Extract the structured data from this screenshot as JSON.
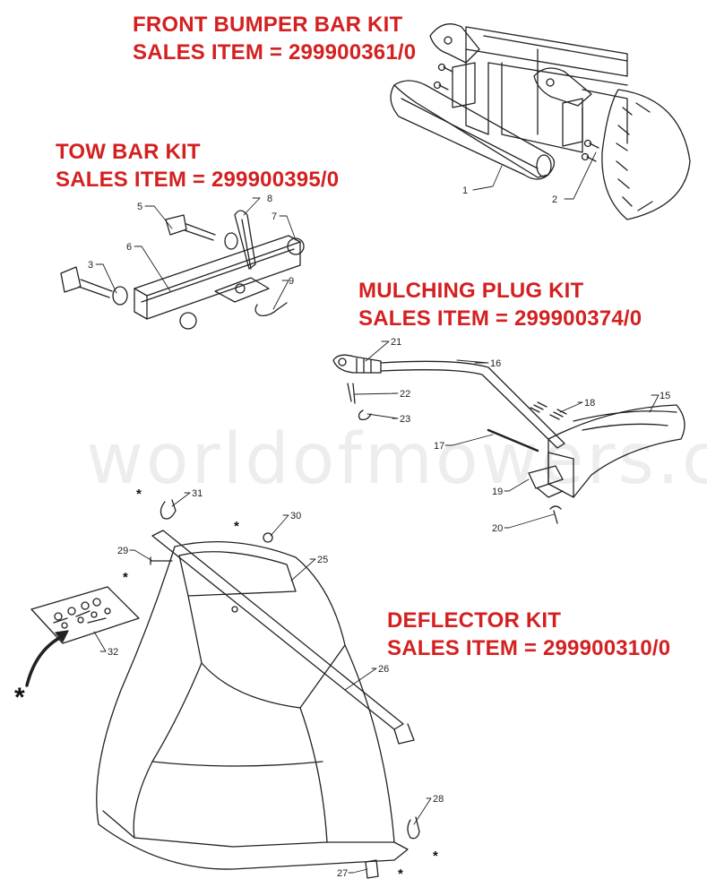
{
  "kits": {
    "front_bumper": {
      "title": "FRONT BUMPER BAR KIT",
      "sales_item": "SALES ITEM = 299900361/0"
    },
    "tow_bar": {
      "title": "TOW BAR KIT",
      "sales_item": "SALES ITEM = 299900395/0"
    },
    "mulching_plug": {
      "title": "MULCHING PLUG KIT",
      "sales_item": "SALES ITEM = 299900374/0"
    },
    "deflector": {
      "title": "DEFLECTOR KIT",
      "sales_item": "SALES ITEM = 299900310/0"
    }
  },
  "watermark": "worldofmowers.co.uk",
  "callouts": {
    "p1": "1",
    "p2": "2",
    "p3": "3",
    "p5": "5",
    "p6": "6",
    "p7": "7",
    "p8": "8",
    "p9": "9",
    "p15": "15",
    "p16": "16",
    "p17": "17",
    "p18": "18",
    "p19": "19",
    "p20": "20",
    "p21": "21",
    "p22": "22",
    "p23": "23",
    "p25": "25",
    "p26": "26",
    "p27": "27",
    "p28": "28",
    "p29": "29",
    "p30": "30",
    "p31": "31",
    "p32": "32"
  },
  "marker": "*",
  "colors": {
    "title_red": "#d42020",
    "line": "#222222"
  }
}
